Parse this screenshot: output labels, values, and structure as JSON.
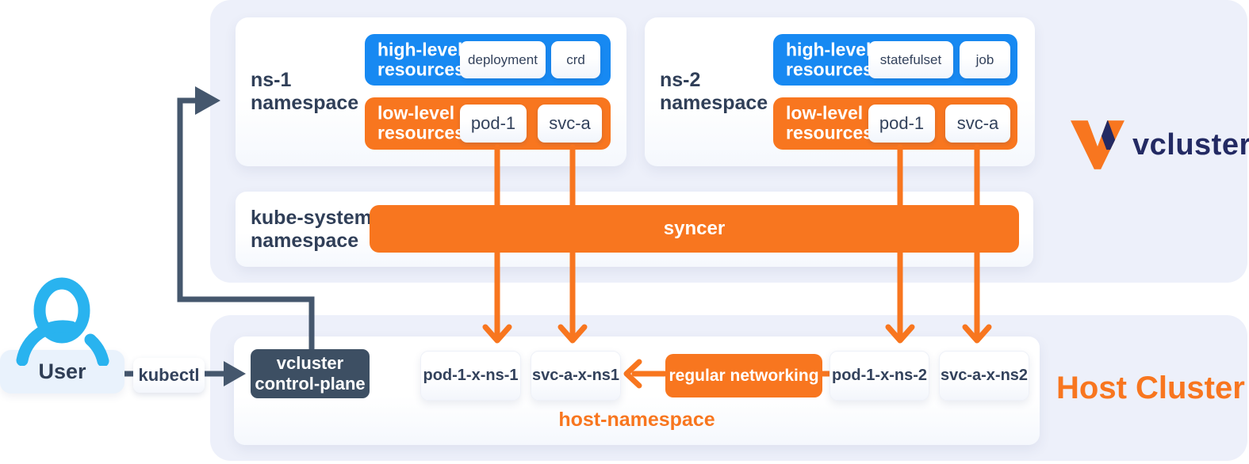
{
  "virtual_cluster": {
    "namespaces": [
      {
        "name": "ns-1\nnamespace",
        "high_level": {
          "label": "high-level\nresources",
          "chips": [
            "deployment",
            "crd"
          ]
        },
        "low_level": {
          "label": "low-level\nresources",
          "chips": [
            "pod-1",
            "svc-a"
          ]
        }
      },
      {
        "name": "ns-2\nnamespace",
        "high_level": {
          "label": "high-level\nresources",
          "chips": [
            "statefulset",
            "job"
          ]
        },
        "low_level": {
          "label": "low-level\nresources",
          "chips": [
            "pod-1",
            "svc-a"
          ]
        }
      }
    ],
    "kube_system": {
      "name": "kube-system\nnamespace",
      "syncer": "syncer"
    }
  },
  "branding": {
    "logo_text": "vcluster"
  },
  "host_cluster": {
    "title": "Host Cluster",
    "namespace_label": "host-namespace",
    "control_plane": "vcluster\ncontrol-plane",
    "synced_resources": [
      "pod-1-x-ns-1",
      "svc-a-x-ns1",
      "pod-1-x-ns-2",
      "svc-a-x-ns2"
    ],
    "networking_label": "regular networking"
  },
  "user_flow": {
    "user": "User",
    "tool": "kubectl"
  },
  "colors": {
    "orange": "#f8761f",
    "blue": "#1789f2",
    "dark_slate_box": "#3d4f63",
    "arrow_dark": "#45576d",
    "navy_text": "#33425c",
    "logo_navy": "#232a63",
    "lavender": "#edf0fa",
    "user_blue": "#29b3ef"
  }
}
